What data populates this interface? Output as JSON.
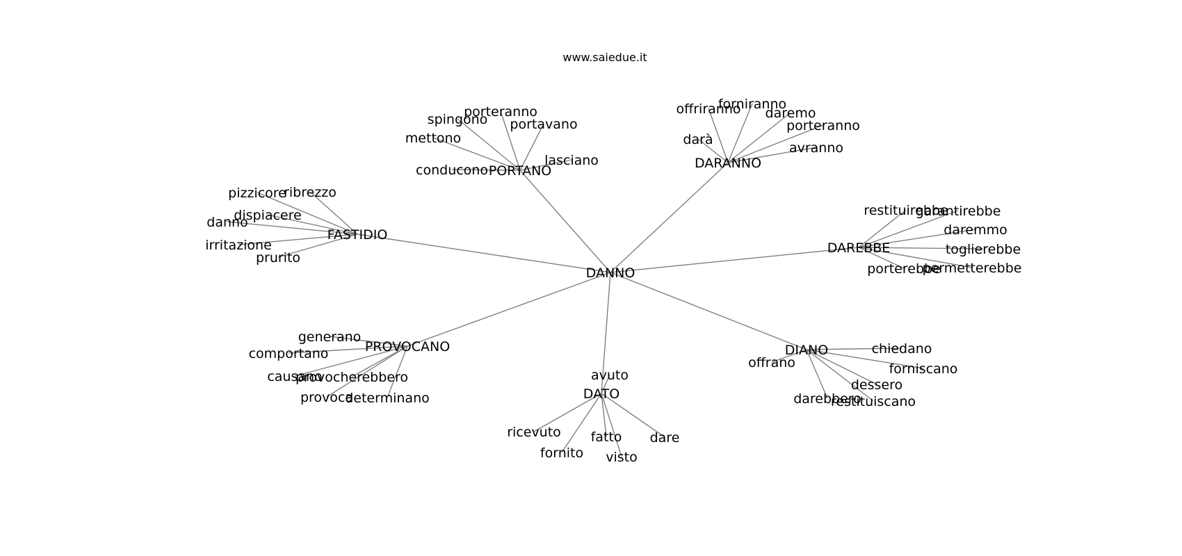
{
  "caption": "www.saiedue.it",
  "graph": {
    "center": "DANNO",
    "clusters": [
      {
        "hub": "PORTANO",
        "leaves": [
          "porteranno",
          "spingono",
          "portavano",
          "mettono",
          "lasciano",
          "conducono"
        ]
      },
      {
        "hub": "DARANNO",
        "leaves": [
          "forniranno",
          "offriranno",
          "daremo",
          "porteranno",
          "darà",
          "avranno"
        ]
      },
      {
        "hub": "FASTIDIO",
        "leaves": [
          "pizzicore",
          "ribrezzo",
          "dispiacere",
          "danno",
          "irritazione",
          "prurito"
        ]
      },
      {
        "hub": "DAREBBE",
        "leaves": [
          "restituirebbe",
          "garantirebbe",
          "daremmo",
          "toglierebbe",
          "porterebbe",
          "permetterebbe"
        ]
      },
      {
        "hub": "PROVOCANO",
        "leaves": [
          "generano",
          "comportano",
          "causano",
          "provocherebbero",
          "provoca",
          "determinano"
        ]
      },
      {
        "hub": "DIANO",
        "leaves": [
          "chiedano",
          "offrano",
          "forniscano",
          "dessero",
          "darebbero",
          "restituiscano"
        ]
      },
      {
        "hub": "DATO",
        "leaves": [
          "avuto",
          "ricevuto",
          "fatto",
          "dare",
          "fornito",
          "visto"
        ]
      }
    ]
  }
}
